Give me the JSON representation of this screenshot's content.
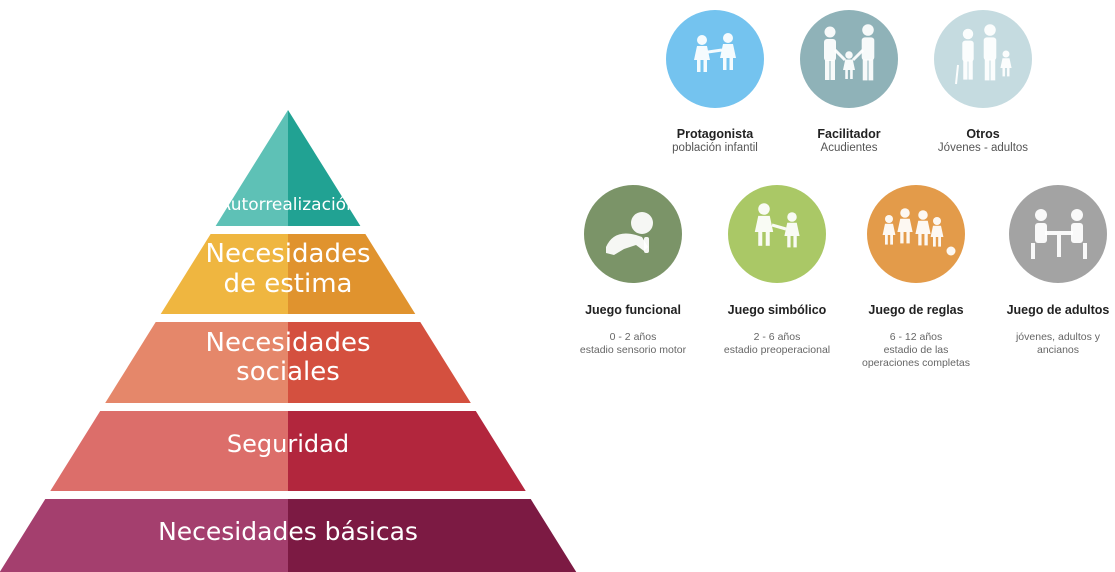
{
  "pyramid": {
    "levels": [
      {
        "lines": [
          "Autorrealización"
        ],
        "left": "#5ec1b6",
        "right": "#21a293"
      },
      {
        "lines": [
          "Necesidades",
          "de estima"
        ],
        "left": "#efb640",
        "right": "#e0932e"
      },
      {
        "lines": [
          "Necesidades",
          "sociales"
        ],
        "left": "#e5876a",
        "right": "#d4503f"
      },
      {
        "lines": [
          "Seguridad"
        ],
        "left": "#dc6e6a",
        "right": "#b2263d"
      },
      {
        "lines": [
          "Necesidades básicas"
        ],
        "left": "#a43f6e",
        "right": "#7c1a43"
      }
    ]
  },
  "roles": [
    {
      "title": "Protagonista",
      "subtitle": [
        "población infantil"
      ],
      "color": "#74c3ef",
      "icon": "children-playing-icon"
    },
    {
      "title": "Facilitador",
      "subtitle": [
        "Acudientes"
      ],
      "color": "#8fb2b8",
      "icon": "family-icon"
    },
    {
      "title": "Otros",
      "subtitle": [
        "Jóvenes - adultos"
      ],
      "color": "#c5dbe0",
      "icon": "adults-group-icon"
    }
  ],
  "play_types": [
    {
      "title": "Juego funcional",
      "subtitle": [
        "0 - 2 años",
        "estadio sensorio motor"
      ],
      "color": "#7b9468",
      "icon": "crawling-baby-icon"
    },
    {
      "title": "Juego simbólico",
      "subtitle": [
        "2 - 6 años",
        "estadio preoperacional"
      ],
      "color": "#aac866",
      "icon": "two-children-icon"
    },
    {
      "title": "Juego de reglas",
      "subtitle": [
        "6 - 12 años",
        "estadio de las",
        "operaciones completas"
      ],
      "color": "#e39b4a",
      "icon": "children-ball-icon"
    },
    {
      "title": "Juego de adultos",
      "subtitle": [
        "jóvenes, adultos y",
        "ancianos"
      ],
      "color": "#a3a3a3",
      "icon": "adults-table-icon"
    }
  ]
}
